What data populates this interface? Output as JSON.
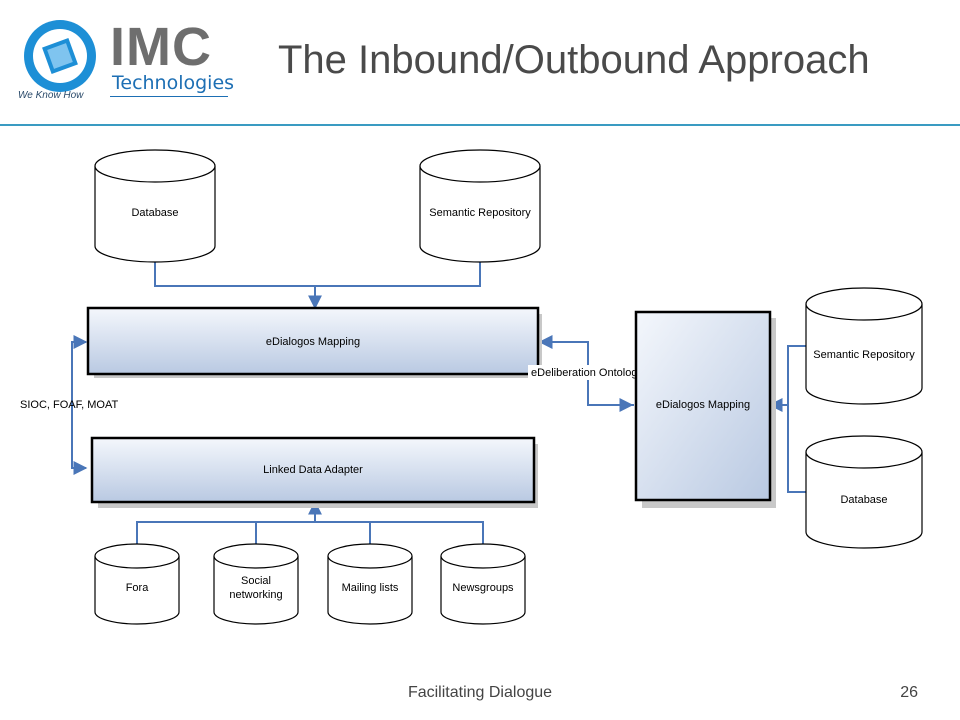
{
  "logo": {
    "brand": "IMC",
    "subtitle": "Technologies",
    "tagline": "We Know How"
  },
  "title": "The Inbound/Outbound Approach",
  "diagram": {
    "db_top_left": "Database",
    "semantic_repo_top": "Semantic Repository",
    "edialogos_mapping_top": "eDialogos Mapping",
    "linked_data_adapter": "Linked Data Adapter",
    "sioc_label": "SIOC, FOAF, MOAT",
    "ontology_label": "eDeliberation Ontology",
    "edialogos_mapping_right": "eDialogos Mapping",
    "semantic_repo_right": "Semantic Repository",
    "db_right": "Database",
    "sources": {
      "fora": "Fora",
      "social_line1": "Social",
      "social_line2": "networking",
      "mailing_lists": "Mailing lists",
      "newsgroups": "Newsgroups"
    }
  },
  "footer": {
    "title": "Facilitating Dialogue",
    "page": "26"
  },
  "colors": {
    "connector": "#4a76b8",
    "box_gradient_top": "#f4f7fc",
    "box_gradient_bottom": "#b9c9e2",
    "rule": "#3a9bc2"
  }
}
